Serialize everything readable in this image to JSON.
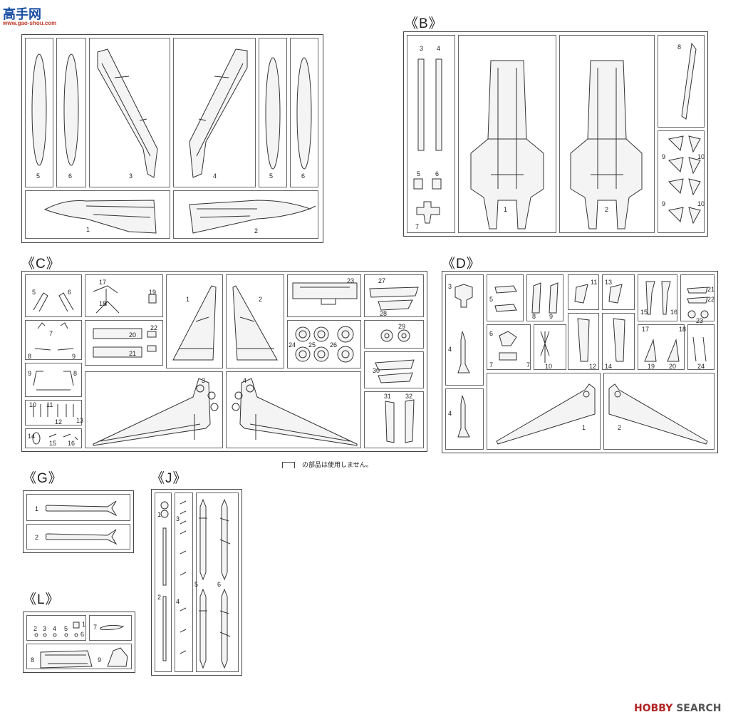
{
  "watermark": {
    "top_main": "高手网",
    "top_sub": "www.gao-shou.com",
    "bottom_brand": "HOBBY",
    "bottom_suffix": "SEARCH"
  },
  "note": "の部品は使用しません。",
  "frames": {
    "A": {
      "title": "",
      "labels": [
        "5",
        "6",
        "3",
        "4",
        "5",
        "6",
        "1",
        "2"
      ]
    },
    "B": {
      "title": "《B》",
      "labels": [
        "3",
        "4",
        "5",
        "6",
        "7",
        "1",
        "2",
        "8",
        "9",
        "10",
        "9",
        "10"
      ]
    },
    "C": {
      "title": "《C》",
      "labels": [
        "5",
        "6",
        "17",
        "18",
        "19",
        "1",
        "2",
        "23",
        "27",
        "28",
        "7",
        "8",
        "9",
        "20",
        "21",
        "22",
        "24",
        "25",
        "26",
        "29",
        "9",
        "8",
        "30",
        "10",
        "11",
        "12",
        "13",
        "14",
        "15",
        "16",
        "3",
        "4",
        "31",
        "32"
      ]
    },
    "D": {
      "title": "《D》",
      "labels": [
        "3",
        "5",
        "7",
        "6",
        "7",
        "8",
        "9",
        "11",
        "12",
        "13",
        "14",
        "15",
        "16",
        "21",
        "22",
        "23",
        "17",
        "18",
        "19",
        "20",
        "24",
        "10",
        "4",
        "4",
        "1",
        "2"
      ]
    },
    "G": {
      "title": "《G》",
      "labels": [
        "1",
        "2"
      ]
    },
    "J": {
      "title": "《J》",
      "labels": [
        "1",
        "2",
        "3",
        "4",
        "5",
        "6"
      ]
    },
    "L": {
      "title": "《L》",
      "labels": [
        "2",
        "3",
        "4",
        "5",
        "1",
        "6",
        "7",
        "8",
        "9"
      ]
    }
  }
}
